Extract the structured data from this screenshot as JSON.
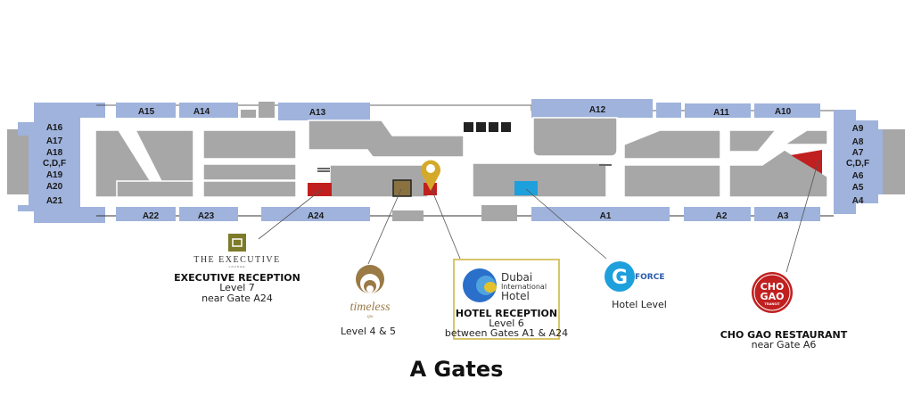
{
  "title": "A Gates",
  "gates": {
    "top": [
      "A15",
      "A14",
      "A13",
      "A12",
      "A11",
      "A10"
    ],
    "bottom": [
      "A22",
      "A23",
      "A24",
      "A1",
      "A2",
      "A3"
    ],
    "left_pier": [
      "A16",
      "A17",
      "A18",
      "C,D,F",
      "A19",
      "A20",
      "A21"
    ],
    "right_pier": [
      "A9",
      "A8",
      "A7",
      "C,D,F",
      "A6",
      "A5",
      "A4"
    ]
  },
  "colors": {
    "gate": "#9fb3dc",
    "block": "#a7a7a7",
    "red": "#c0201f",
    "gold": "#d4a92a",
    "blue": "#1ea0dc",
    "olive": "#7d7a2a"
  },
  "locations": {
    "executive": {
      "logo_name": "THE EXECUTIVE",
      "logo_sub": "LOUNGE",
      "title": "EXECUTIVE RECEPTION",
      "line1": "Level 7",
      "line2": "near Gate A24"
    },
    "timeless": {
      "logo_name": "timeless",
      "logo_sub": "spa",
      "line1": "Level 4 & 5"
    },
    "hotel": {
      "logo_l1": "Dubai",
      "logo_l2": "International",
      "logo_l3": "Hotel",
      "title": "HOTEL RECEPTION",
      "line1": "Level 6",
      "line2": "between Gates A1 & A24"
    },
    "gforce": {
      "logo": "FORCE",
      "logo_g": "G",
      "line1": "Hotel Level"
    },
    "chogao": {
      "logo_l1": "CHO",
      "logo_l2": "GAO",
      "logo_l3": "TRANSIT",
      "title": "CHO GAO RESTAURANT",
      "line1": "near Gate A6"
    }
  }
}
